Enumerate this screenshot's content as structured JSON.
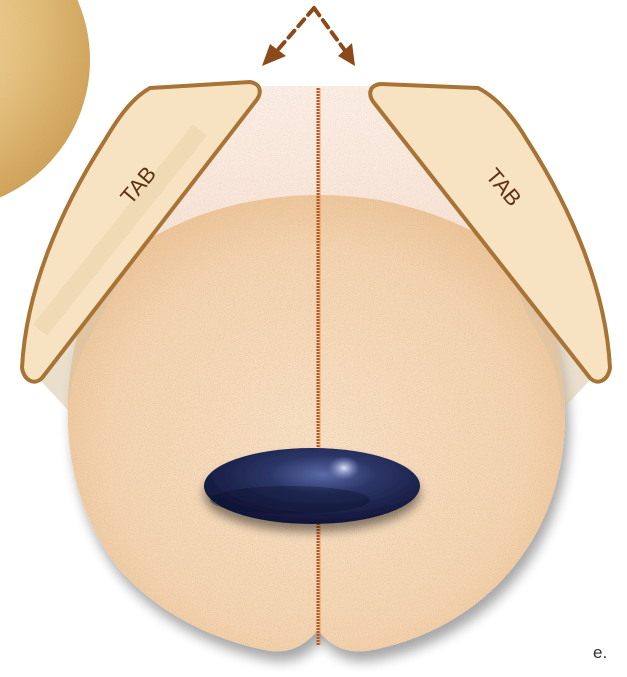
{
  "tabs": {
    "left_label": "TAB",
    "right_label": "TAB"
  },
  "edge_text": "e.",
  "arrows": {
    "icon": "dashed-chevron-arrows-icon",
    "color": "#8b4a1a"
  },
  "colors": {
    "tab_fill": "#f7e3c2",
    "tab_stroke": "#a87436",
    "body_fill": "#f6dcc0",
    "body_speckle": "#c07d3e",
    "midline": "#b5571e",
    "oval_dark": "#141a3c",
    "oval_light": "#4a5a96",
    "gold_disc": "#e3c07e"
  }
}
